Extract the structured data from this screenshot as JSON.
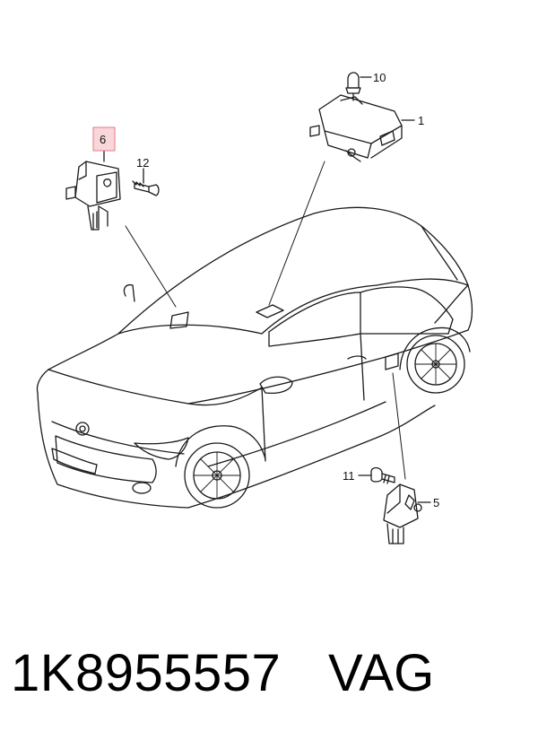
{
  "callouts": {
    "control_unit": "1",
    "side_sensor": "5",
    "front_sensor": "6",
    "nut": "10",
    "bolt_side": "11",
    "bolt_front": "12"
  },
  "footer": {
    "part_number": "1K8955557",
    "brand": "VAG"
  },
  "colors": {
    "line": "#1a1a1a",
    "highlight_fill": "#f8d7da",
    "highlight_stroke": "#e57a86"
  }
}
